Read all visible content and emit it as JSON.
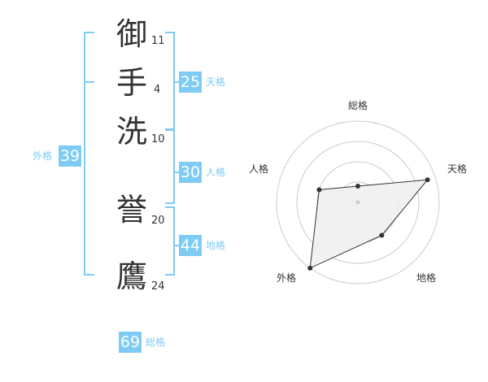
{
  "name": {
    "chars": [
      {
        "char": "御",
        "strokes": "11"
      },
      {
        "char": "手",
        "strokes": "4"
      },
      {
        "char": "洗",
        "strokes": "10"
      },
      {
        "char": "誉",
        "strokes": "20"
      },
      {
        "char": "鷹",
        "strokes": "24"
      }
    ]
  },
  "fortune": {
    "tenkaku": {
      "value": "25",
      "label": "天格"
    },
    "jinkaku": {
      "value": "30",
      "label": "人格"
    },
    "chikaku": {
      "value": "44",
      "label": "地格"
    },
    "gaikaku": {
      "value": "39",
      "label": "外格"
    },
    "soukaku": {
      "value": "69",
      "label": "総格"
    }
  },
  "colors": {
    "accent": "#7ecbf5",
    "text": "#333333",
    "grid": "#cccccc",
    "fill": "#f0f0f0"
  },
  "chart_data": {
    "type": "radar",
    "axes": [
      "総格",
      "天格",
      "地格",
      "外格",
      "人格"
    ],
    "values": [
      0.2,
      0.9,
      0.5,
      1.0,
      0.5
    ],
    "rings": 4
  }
}
